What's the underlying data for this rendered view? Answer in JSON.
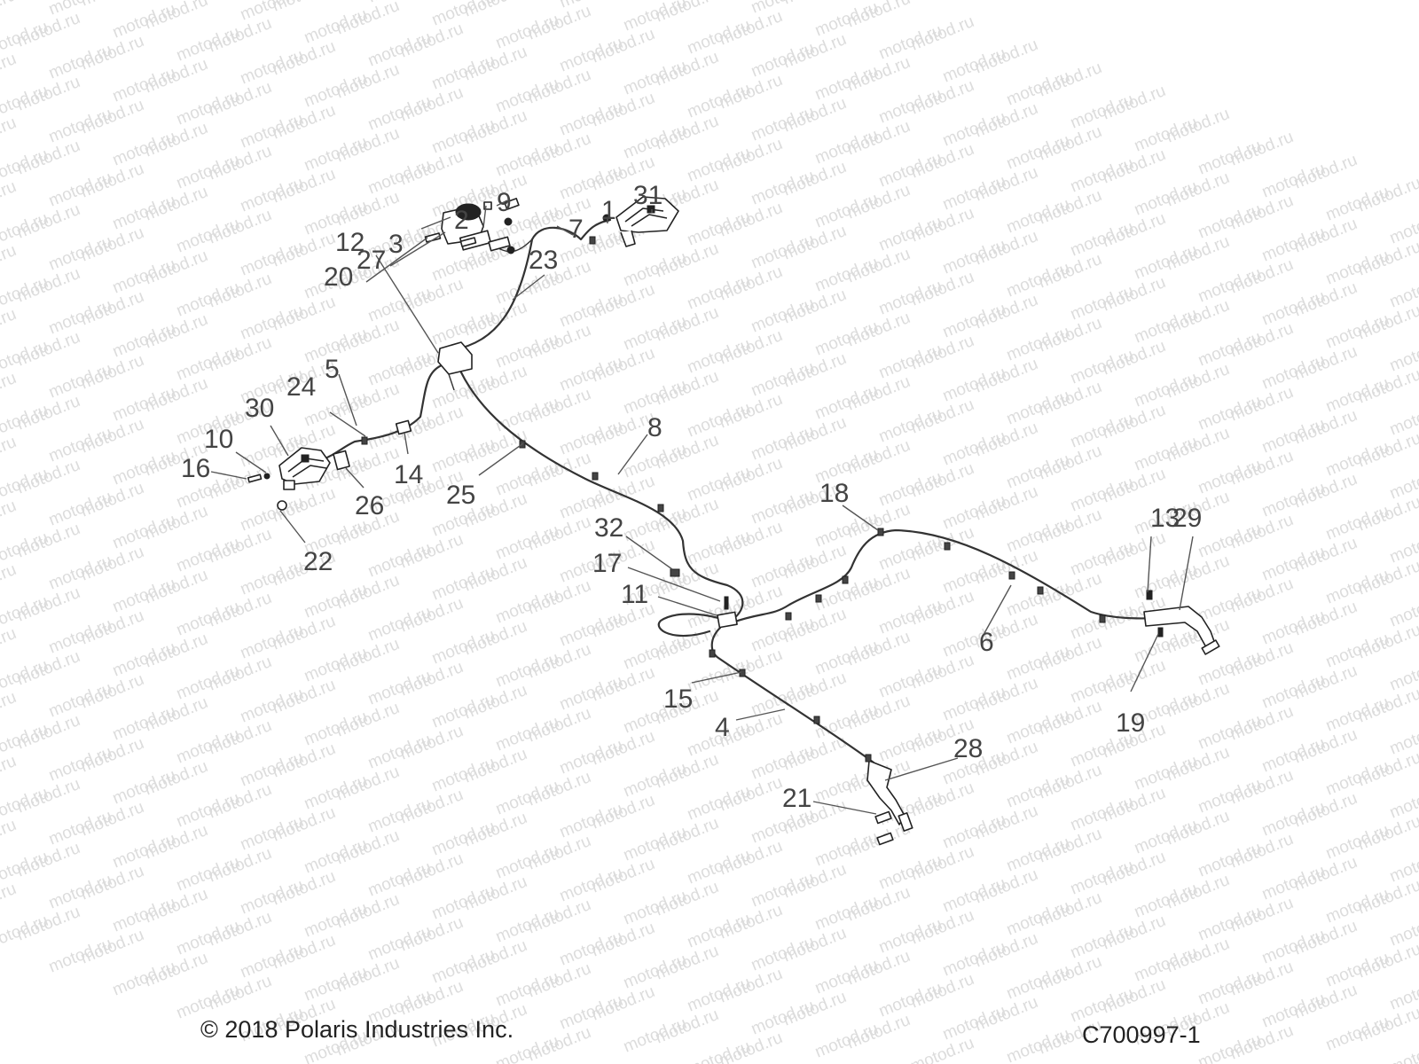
{
  "watermark": {
    "text": "motod.ru"
  },
  "footer": {
    "copyright": "© 2018 Polaris Industries Inc.",
    "drawing_number": "C700997-1"
  },
  "callouts": {
    "c1": "1",
    "c2": "2",
    "c3": "3",
    "c4": "4",
    "c5": "5",
    "c6": "6",
    "c7": "7",
    "c8": "8",
    "c9": "9",
    "c10": "10",
    "c11": "11",
    "c12": "12",
    "c13": "13",
    "c14": "14",
    "c15": "15",
    "c16": "16",
    "c17": "17",
    "c18": "18",
    "c19": "19",
    "c20": "20",
    "c21": "21",
    "c22": "22",
    "c23": "23",
    "c24": "24",
    "c25": "25",
    "c26": "26",
    "c27": "27",
    "c28": "28",
    "c29": "29",
    "c30": "30",
    "c31": "31",
    "c32": "32"
  },
  "colors": {
    "line": "#333333",
    "label": "#444444",
    "watermark": "#dcdcdc",
    "background": "#ffffff"
  }
}
